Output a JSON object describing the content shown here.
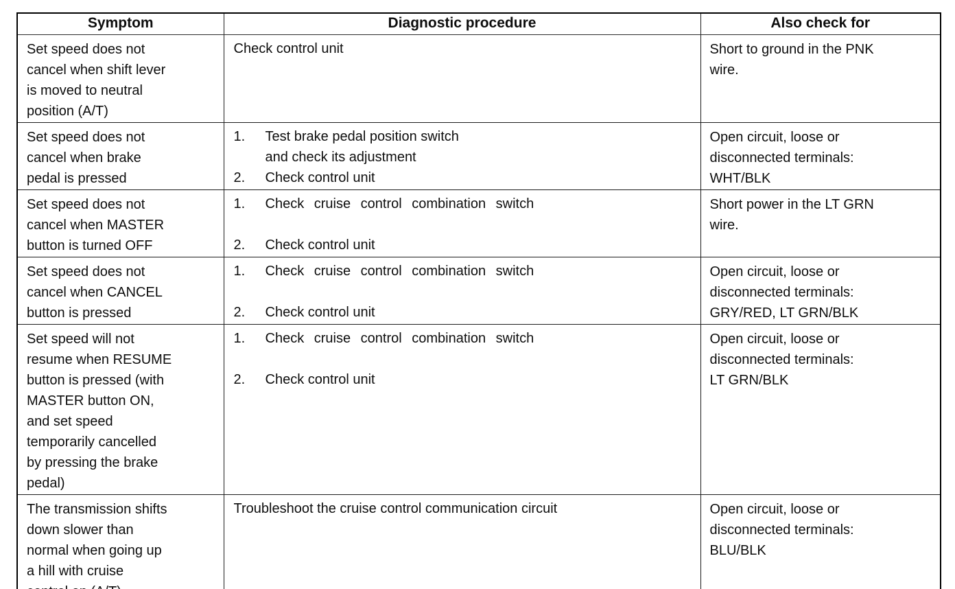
{
  "table": {
    "headers": {
      "symptom": "Symptom",
      "procedure": "Diagnostic procedure",
      "also_check": "Also check for"
    },
    "rows": [
      {
        "symptom_lines": [
          "Set speed does not",
          "cancel when shift lever",
          "is moved to neutral",
          "position (A/T)"
        ],
        "procedure": [
          {
            "n": "",
            "t": "Check control unit"
          }
        ],
        "also_lines": [
          "Short to ground in the PNK",
          "wire."
        ]
      },
      {
        "symptom_lines": [
          "Set speed does not",
          "cancel when brake",
          "pedal is pressed"
        ],
        "procedure": [
          {
            "n": "1.",
            "t": "Test brake pedal position switch"
          },
          {
            "n": "",
            "t": "and check its adjustment"
          },
          {
            "n": "2.",
            "t": "Check control unit"
          }
        ],
        "also_lines": [
          "Open circuit, loose or",
          "disconnected terminals:",
          "WHT/BLK"
        ]
      },
      {
        "symptom_lines": [
          "Set speed does not",
          "cancel when MASTER",
          "button is turned OFF"
        ],
        "procedure": [
          {
            "n": "1.",
            "t": "Check cruise control combination switch"
          },
          {
            "n": "2.",
            "t": "Check control unit"
          }
        ],
        "also_lines": [
          "Short power in the LT GRN",
          "wire."
        ]
      },
      {
        "symptom_lines": [
          "Set speed does not",
          "cancel when CANCEL",
          "button is pressed"
        ],
        "procedure": [
          {
            "n": "1.",
            "t": "Check cruise control combination switch"
          },
          {
            "n": "2.",
            "t": "Check control unit"
          }
        ],
        "also_lines": [
          "Open circuit, loose or",
          "disconnected terminals:",
          "GRY/RED, LT GRN/BLK"
        ]
      },
      {
        "symptom_lines": [
          "Set speed will not",
          "resume when RESUME",
          "button is pressed (with",
          "MASTER button ON,",
          "and set speed",
          "temporarily cancelled",
          "by pressing the brake",
          "pedal)"
        ],
        "procedure": [
          {
            "n": "1.",
            "t": "Check cruise control combination switch"
          },
          {
            "n": "2.",
            "t": "Check control unit"
          }
        ],
        "also_lines": [
          "Open circuit, loose or",
          "disconnected terminals:",
          "LT GRN/BLK"
        ]
      },
      {
        "symptom_lines": [
          "The transmission shifts",
          "down slower than",
          "normal when going up",
          "a hill with cruise",
          "control on (A/T)"
        ],
        "procedure": [
          {
            "n": "",
            "t": "Troubleshoot the cruise control communication circuit"
          }
        ],
        "also_lines": [
          "Open circuit, loose or",
          "disconnected terminals:",
          "BLU/BLK"
        ]
      }
    ]
  }
}
